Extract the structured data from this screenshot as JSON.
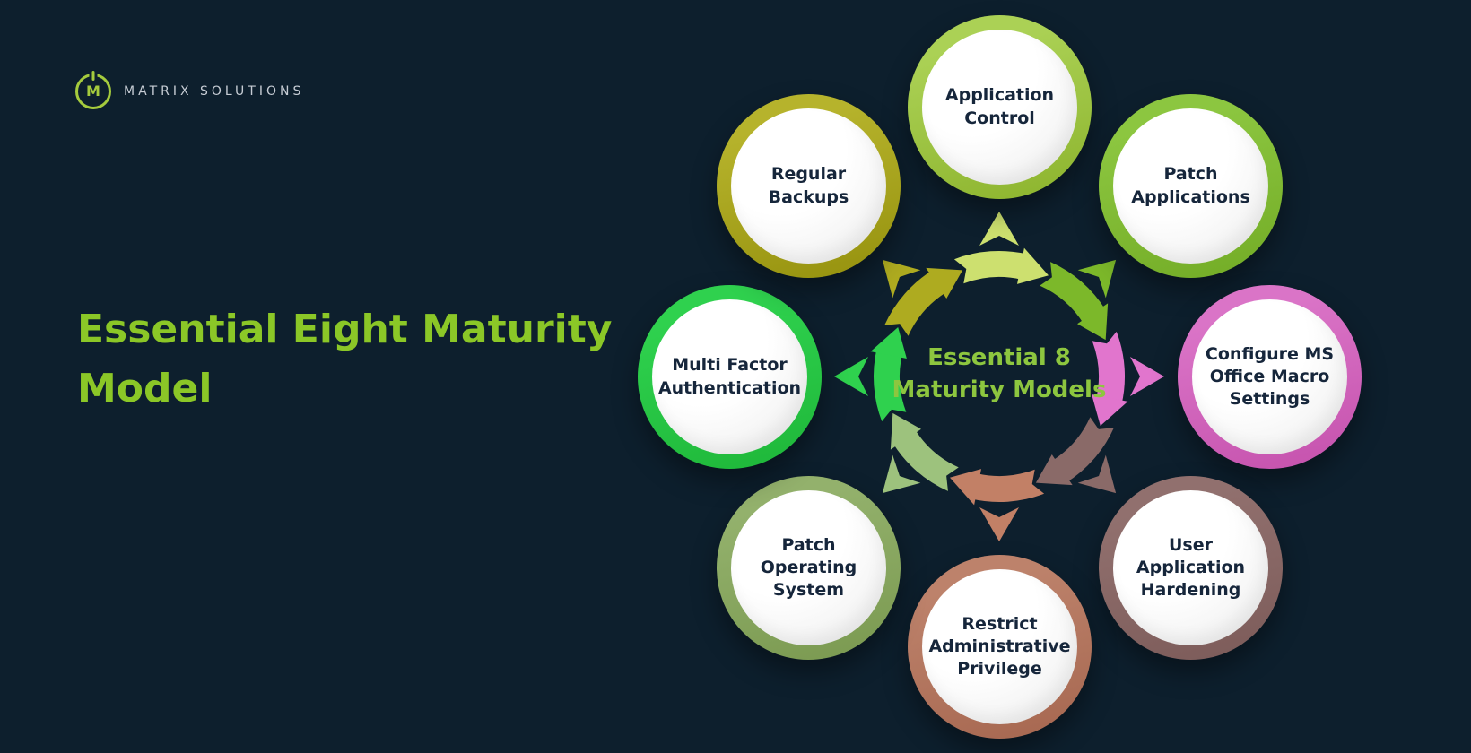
{
  "background_color": "#0d1f2d",
  "logo": {
    "monogram": "M",
    "company": "MATRIX SOLUTIONS",
    "accent_color": "#a5cb3d",
    "text_color": "#c6ccd4"
  },
  "title": {
    "text": "Essential Eight Maturity Model",
    "color": "#8bc727"
  },
  "diagram": {
    "center_label": {
      "line1": "Essential 8",
      "line2": "Maturity Models",
      "color": "#8dc63f"
    },
    "node_text_color": "#16263b",
    "nodes": [
      {
        "label": "Application Control",
        "ring": "#abd155",
        "ring2": "#8eb52f",
        "segment": "#cde06f"
      },
      {
        "label": "Patch Applications",
        "ring": "#8cc640",
        "ring2": "#74ad27",
        "segment": "#7cb82a"
      },
      {
        "label": "Configure MS Office Macro Settings",
        "ring": "#da74c7",
        "ring2": "#c653ae",
        "segment": "#e175cd"
      },
      {
        "label": "User Application Hardening",
        "ring": "#91706e",
        "ring2": "#7d5c5a",
        "segment": "#8a6a68"
      },
      {
        "label": "Restrict Administrative Privilege",
        "ring": "#bd826b",
        "ring2": "#a76851",
        "segment": "#c28066"
      },
      {
        "label": "Patch Operating System",
        "ring": "#93b16c",
        "ring2": "#7b9a51",
        "segment": "#9dc27d"
      },
      {
        "label": "Multi Factor Authentication",
        "ring": "#2fd14e",
        "ring2": "#1fb83a",
        "segment": "#2fd14e"
      },
      {
        "label": "Regular Backups",
        "ring": "#b6b32c",
        "ring2": "#97930f",
        "segment": "#aeab20"
      }
    ]
  }
}
